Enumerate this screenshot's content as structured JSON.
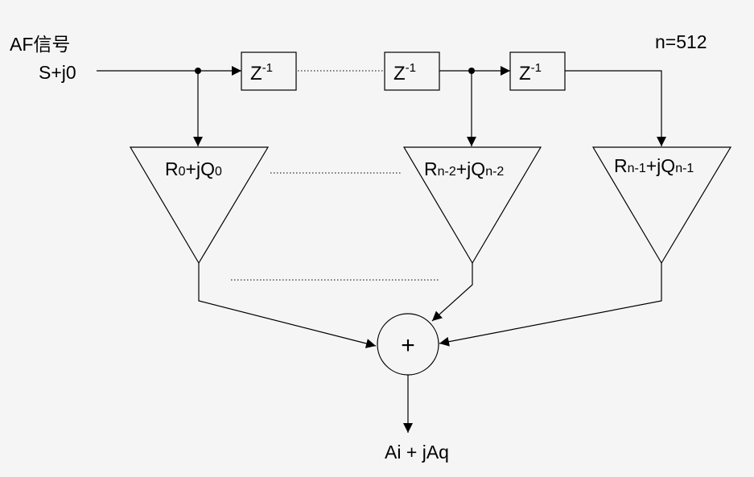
{
  "input": {
    "label_line1": "AF信号",
    "label_line2": "S+j0"
  },
  "order_label": "n=512",
  "delay": {
    "base": "Z",
    "exp": "-1"
  },
  "coefficients": [
    {
      "r": "R",
      "r_sub": "0",
      "mid": "+jQ",
      "q_sub": "0"
    },
    {
      "r": "R",
      "r_sub": "n-2",
      "mid": "+jQ",
      "q_sub": "n-2"
    },
    {
      "r": "R",
      "r_sub": "n-1",
      "mid": "+jQ",
      "q_sub": "n-1"
    }
  ],
  "adder": {
    "symbol": "+"
  },
  "output": {
    "label": "Ai + jAq"
  },
  "colors": {
    "background": "#f5f5f5",
    "stroke": "#000000"
  }
}
